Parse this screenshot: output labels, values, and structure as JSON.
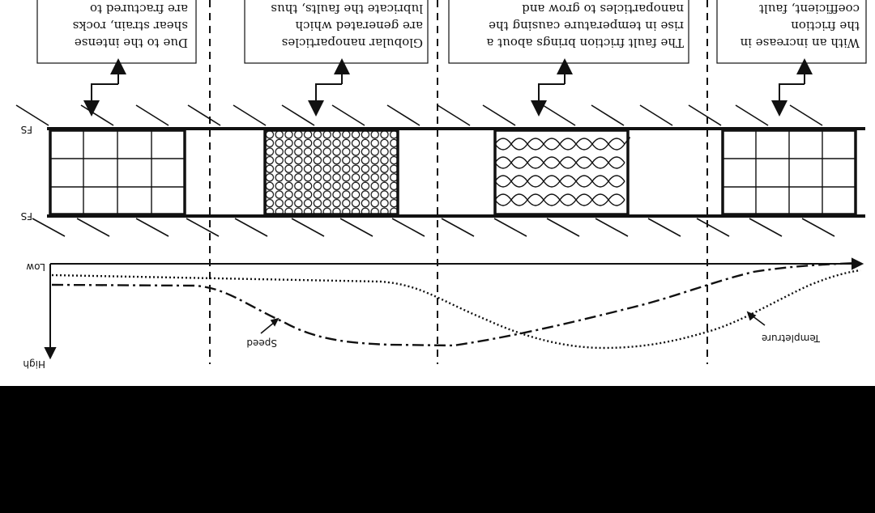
{
  "boxes": [
    {
      "lines": [
        "Due to the intense",
        "shear strain, rocks",
        "are fractured to"
      ]
    },
    {
      "lines": [
        "Globular nanoparticles",
        "are generated which",
        "lubricate the faults, thus"
      ]
    },
    {
      "lines": [
        "The fault friction brings about a",
        "rise in temperature causing the",
        "nanoparticles to grow and"
      ]
    },
    {
      "lines": [
        "With an increase in",
        "the friction",
        "coefficient, fault"
      ]
    }
  ],
  "labels": {
    "fs_top": "FS",
    "fs_bottom": "FS",
    "low": "Low",
    "high": "High",
    "speed": "Speed",
    "temperature": "Templetrure"
  },
  "colors": {
    "ink": "#111111",
    "background": "#ffffff",
    "bottom_band": "#000000"
  }
}
